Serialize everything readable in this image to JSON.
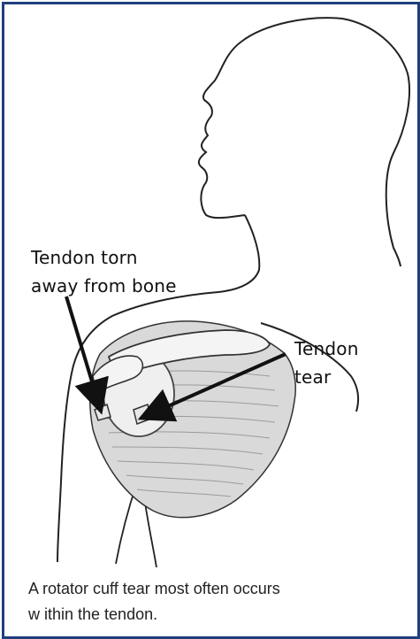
{
  "figure": {
    "labels": {
      "tendon_torn": "Tendon torn\naway from bone",
      "tendon_tear": "Tendon\ntear"
    },
    "caption": "A rotator cuff tear most often occurs\nw ithin the tendon.",
    "colors": {
      "border": "#1f3f7d",
      "outline": "#222222",
      "muscle_fill": "#d9d9d9"
    },
    "icons": [
      "head-outline",
      "shoulder-anatomy",
      "arrow-to-tendon-detachment",
      "arrow-to-tendon-tear"
    ]
  }
}
